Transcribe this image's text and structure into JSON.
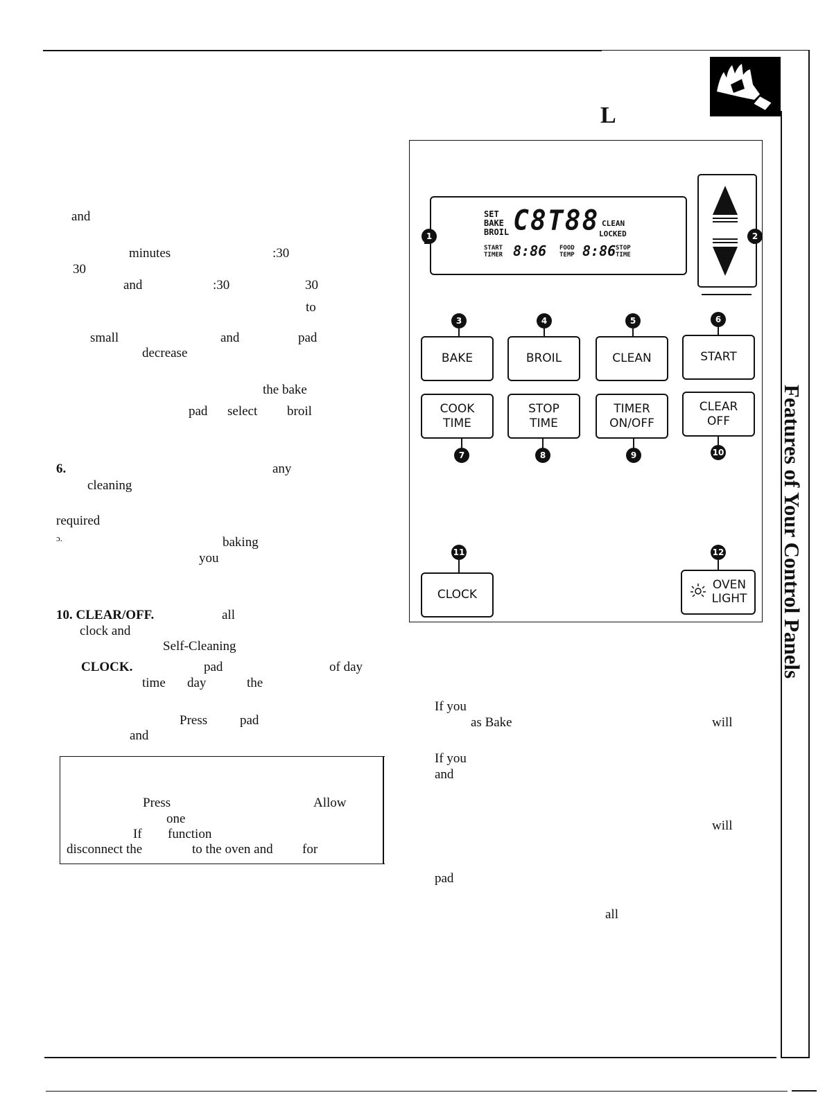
{
  "header": {
    "letter": "L"
  },
  "left_column": {
    "words": [
      {
        "id": "w1",
        "text": "and"
      },
      {
        "id": "w2",
        "text": "minutes"
      },
      {
        "id": "w3",
        "text": ":30"
      },
      {
        "id": "w4",
        "text": "30"
      },
      {
        "id": "w5",
        "text": "and"
      },
      {
        "id": "w6",
        "text": ":30"
      },
      {
        "id": "w7",
        "text": "30"
      },
      {
        "id": "w8",
        "text": "to"
      },
      {
        "id": "w9",
        "text": "small"
      },
      {
        "id": "w10",
        "text": "and"
      },
      {
        "id": "w11",
        "text": "pad"
      },
      {
        "id": "w12",
        "text": "decrease"
      },
      {
        "id": "w13",
        "text": "the bake"
      },
      {
        "id": "w14",
        "text": "pad"
      },
      {
        "id": "w15",
        "text": "select"
      },
      {
        "id": "w16",
        "text": "broil"
      },
      {
        "id": "w17",
        "text": "6."
      },
      {
        "id": "w18",
        "text": "any"
      },
      {
        "id": "w19",
        "text": "cleaning"
      },
      {
        "id": "w20",
        "text": "required"
      },
      {
        "id": "w21",
        "text": "ɔ."
      },
      {
        "id": "w22",
        "text": "baking"
      },
      {
        "id": "w23",
        "text": "you"
      },
      {
        "id": "w24",
        "text": "10. CLEAR/OFF."
      },
      {
        "id": "w25",
        "text": "all"
      },
      {
        "id": "w26",
        "text": "clock and"
      },
      {
        "id": "w27",
        "text": "Self-Cleaning"
      },
      {
        "id": "w28",
        "text": "CLOCK."
      },
      {
        "id": "w29",
        "text": "pad"
      },
      {
        "id": "w30",
        "text": "of day"
      },
      {
        "id": "w31",
        "text": "time"
      },
      {
        "id": "w32",
        "text": "day"
      },
      {
        "id": "w33",
        "text": "the"
      },
      {
        "id": "w34",
        "text": "Press"
      },
      {
        "id": "w35",
        "text": "pad"
      },
      {
        "id": "w36",
        "text": "and"
      }
    ]
  },
  "note_box": {
    "words": [
      {
        "id": "n1",
        "text": "Press"
      },
      {
        "id": "n2",
        "text": "Allow"
      },
      {
        "id": "n3",
        "text": "one"
      },
      {
        "id": "n4",
        "text": "If"
      },
      {
        "id": "n5",
        "text": "function"
      },
      {
        "id": "n6",
        "text": "disconnect the"
      },
      {
        "id": "n7",
        "text": "to the oven and"
      },
      {
        "id": "n8",
        "text": "for"
      }
    ]
  },
  "right_column": {
    "words": [
      {
        "id": "r1",
        "text": "If you"
      },
      {
        "id": "r2",
        "text": "as Bake"
      },
      {
        "id": "r3",
        "text": "will"
      },
      {
        "id": "r4",
        "text": "If you"
      },
      {
        "id": "r5",
        "text": "and"
      },
      {
        "id": "r6",
        "text": "will"
      },
      {
        "id": "r7",
        "text": "pad"
      },
      {
        "id": "r8",
        "text": "all"
      }
    ]
  },
  "control_panel": {
    "display": {
      "mode_labels": [
        "SET",
        "BAKE",
        "BROIL"
      ],
      "main_digits": "C8T88",
      "status_labels": [
        "CLEAN",
        "LOCKED"
      ],
      "start_timer": [
        "START",
        "TIMER"
      ],
      "digits_1": "8:86",
      "food_temp": [
        "FOOD",
        "TEMP"
      ],
      "digits_2": "8:86",
      "stop_time": [
        "STOP",
        "TIME"
      ]
    },
    "callouts": [
      "1",
      "2",
      "3",
      "4",
      "5",
      "6",
      "7",
      "8",
      "9",
      "10",
      "11",
      "12"
    ],
    "keys": {
      "bake": "BAKE",
      "broil": "BROIL",
      "clean": "CLEAN",
      "start": "START",
      "cook_time": [
        "COOK",
        "TIME"
      ],
      "stop_time": [
        "STOP",
        "TIME"
      ],
      "timer": [
        "TIMER",
        "ON/OFF"
      ],
      "clear": [
        "CLEAR",
        "OFF"
      ],
      "clock": "CLOCK",
      "oven_light": [
        "OVEN",
        "LIGHT"
      ]
    }
  },
  "side_title": "Features of Your Control Panels"
}
